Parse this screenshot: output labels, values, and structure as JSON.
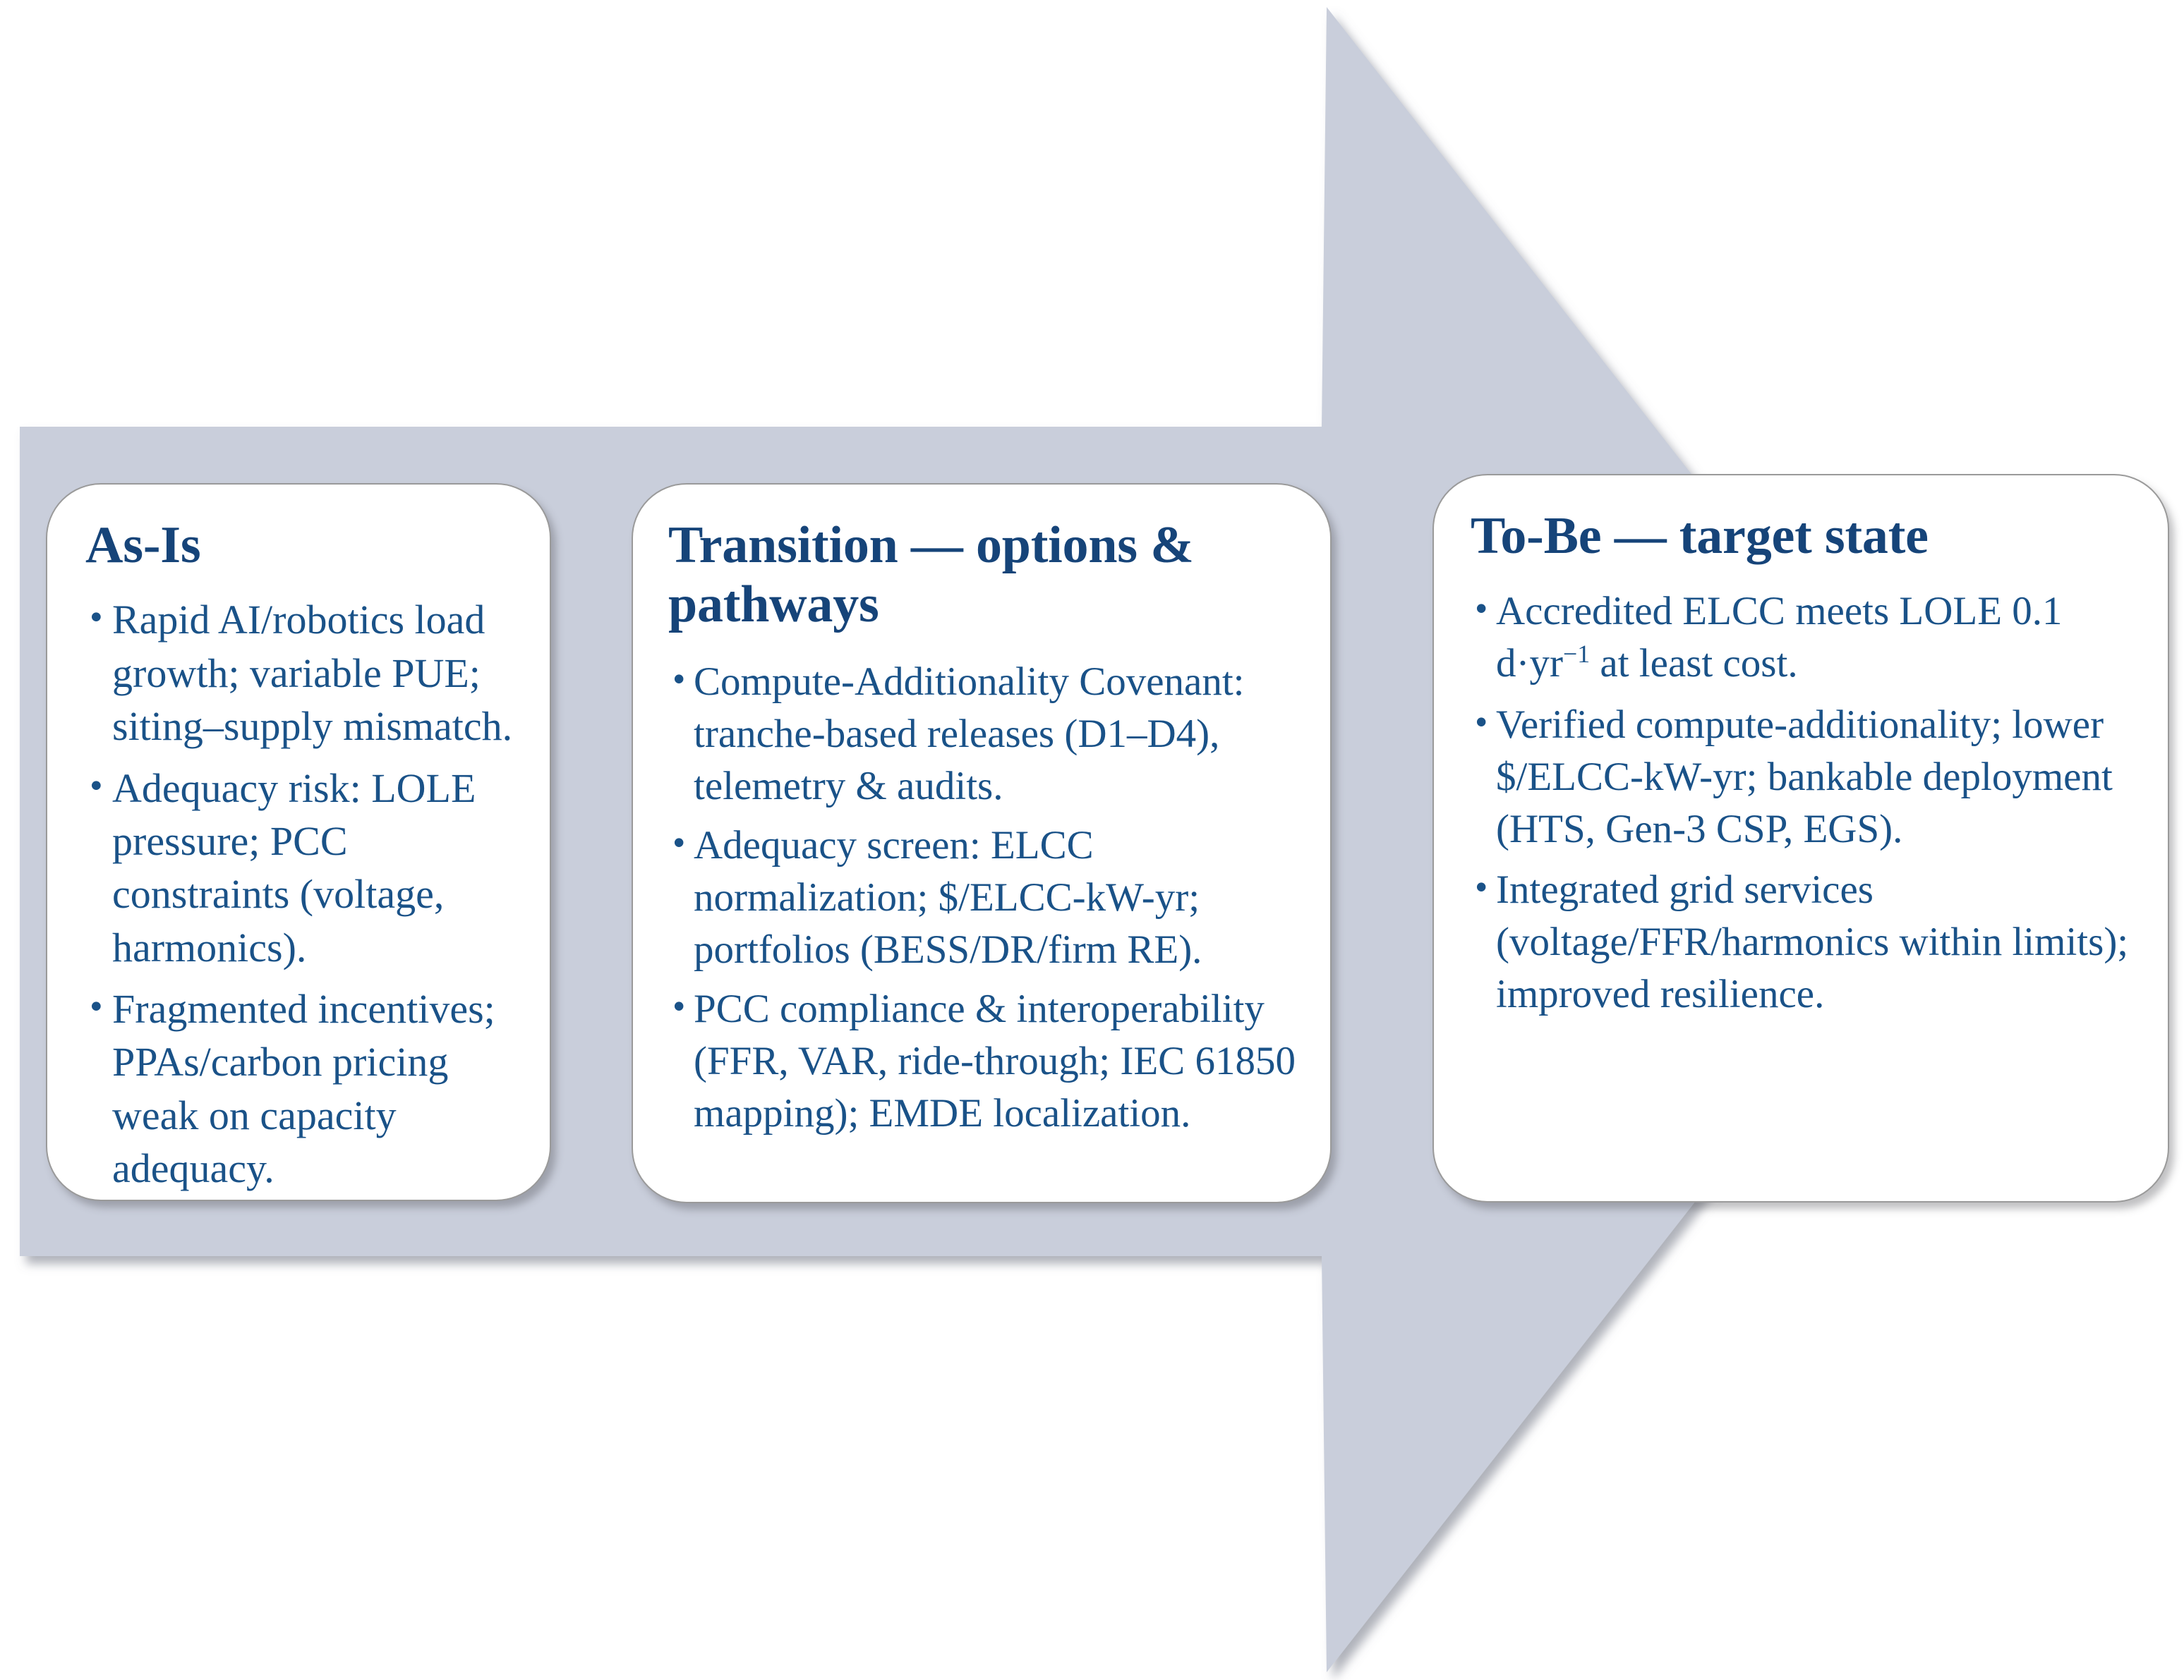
{
  "diagram": {
    "type": "as-is-transition-to-be",
    "arrow": {
      "name": "right-pointing-block-arrow",
      "direction": "right",
      "fill_color": "#c9cedb",
      "shadow_color": "#9aa0ae"
    },
    "theme": {
      "card_background": "#ffffff",
      "card_border": "#9a9a9a",
      "heading_color": "#164479",
      "body_color": "#1a5288",
      "page_background": "#ffffff"
    }
  },
  "cards": [
    {
      "id": "as-is",
      "title": "As-Is",
      "bullets": [
        {
          "text": "Rapid AI/robotics load growth; variable PUE; siting–supply mismatch."
        },
        {
          "text": "Adequacy risk: LOLE pressure; PCC constraints (voltage, harmonics)."
        },
        {
          "text": "Fragmented incentives; PPAs/carbon pricing weak on capacity adequacy."
        }
      ]
    },
    {
      "id": "transition",
      "title": "Transition — options & pathways",
      "bullets": [
        {
          "text": "Compute-Additionality Covenant: tranche-based releases (D1–D4), telemetry & audits."
        },
        {
          "text": "Adequacy screen: ELCC normalization; $/ELCC-kW-yr; portfolios (BESS/DR/firm RE)."
        },
        {
          "text": "PCC compliance & interoperability (FFR, VAR, ride-through; IEC 61850 mapping); EMDE localization."
        }
      ]
    },
    {
      "id": "to-be",
      "title": "To-Be — target state",
      "bullets": [
        {
          "text_before": "Accredited ELCC meets LOLE 0.1 d·yr",
          "superscript": "−1",
          "text_after": " at least cost."
        },
        {
          "text": "Verified compute-additionality; lower $/ELCC-kW-yr; bankable deployment (HTS, Gen-3 CSP, EGS)."
        },
        {
          "text": "Integrated grid services (voltage/FFR/harmonics within limits); improved resilience."
        }
      ]
    }
  ]
}
